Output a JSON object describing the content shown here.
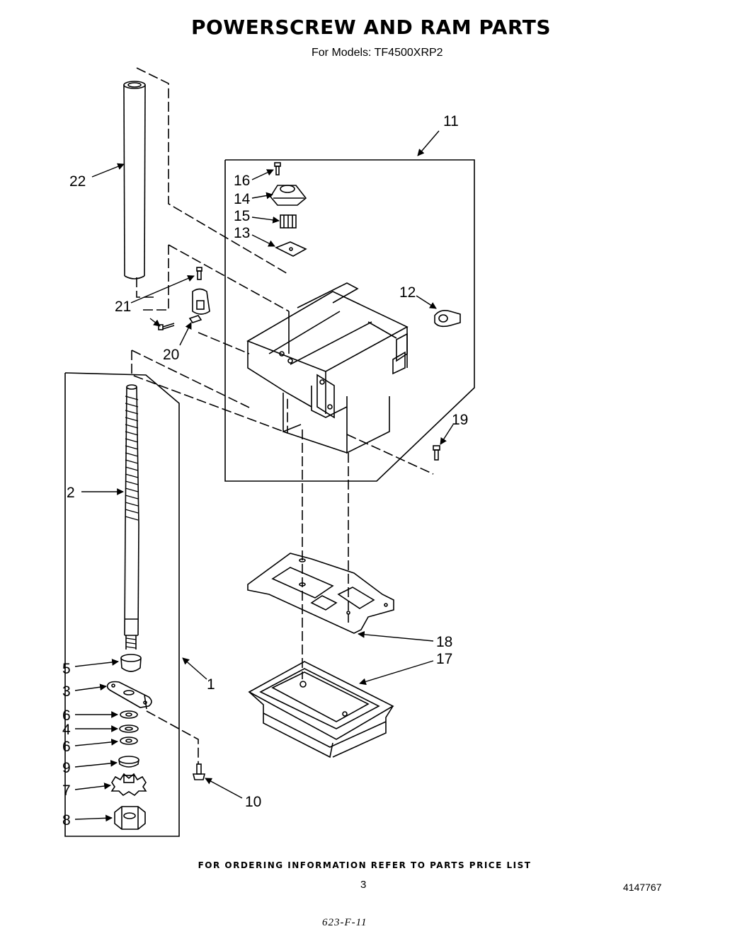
{
  "header": {
    "title": "POWERSCREW AND RAM PARTS",
    "subtitle": "For Models:  TF4500XRP2"
  },
  "callouts": {
    "c1": "1",
    "c2": "2",
    "c3": "3",
    "c4": "4",
    "c5": "5",
    "c6a": "6",
    "c6b": "6",
    "c7": "7",
    "c8": "8",
    "c9": "9",
    "c10": "10",
    "c11": "11",
    "c12": "12",
    "c13": "13",
    "c14": "14",
    "c15": "15",
    "c16": "16",
    "c17": "17",
    "c18": "18",
    "c19": "19",
    "c20": "20",
    "c21": "21",
    "c22": "22"
  },
  "footer": {
    "note": "FOR ORDERING INFORMATION REFER TO PARTS PRICE LIST",
    "page": "3",
    "doc_number": "4147767",
    "handwritten": "623-F-11"
  }
}
